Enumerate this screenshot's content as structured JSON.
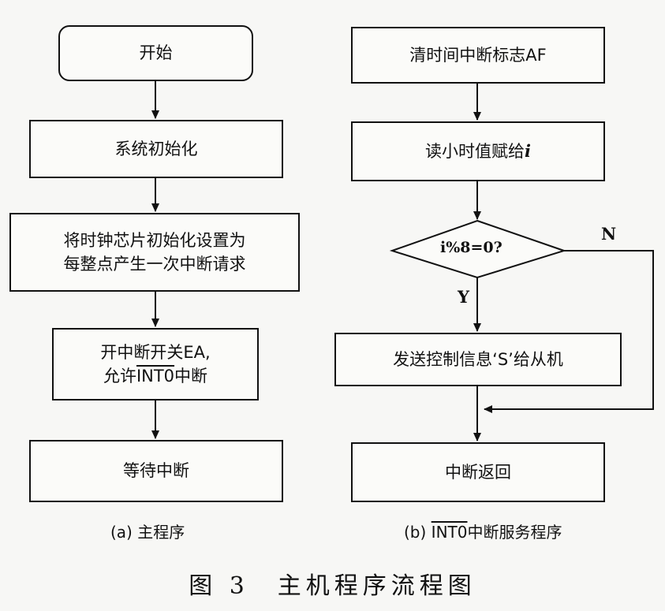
{
  "figure_title": "图 3　主机程序流程图",
  "main_program": {
    "caption": "(a) 主程序",
    "start": "开始",
    "step1": "系统初始化",
    "step2_line1": "将时钟芯片初始化设置为",
    "step2_line2": "每整点产生一次中断请求",
    "step3_line1": "开中断开关EA,",
    "step3_line2_prefix": "允许",
    "step3_line2_overline": "INT0",
    "step3_line2_suffix": "中断",
    "step4": "等待中断"
  },
  "isr_program": {
    "caption_prefix": "(b) ",
    "caption_overline": "INT0",
    "caption_suffix": "中断服务程序",
    "step1": "清时间中断标志AF",
    "step2_prefix": "读小时值赋给",
    "step2_var": "i",
    "decision": "i%8=0?",
    "yes_label": "Y",
    "no_label": "N",
    "step3": "发送控制信息‘S’给从机",
    "step4": "中断返回"
  }
}
